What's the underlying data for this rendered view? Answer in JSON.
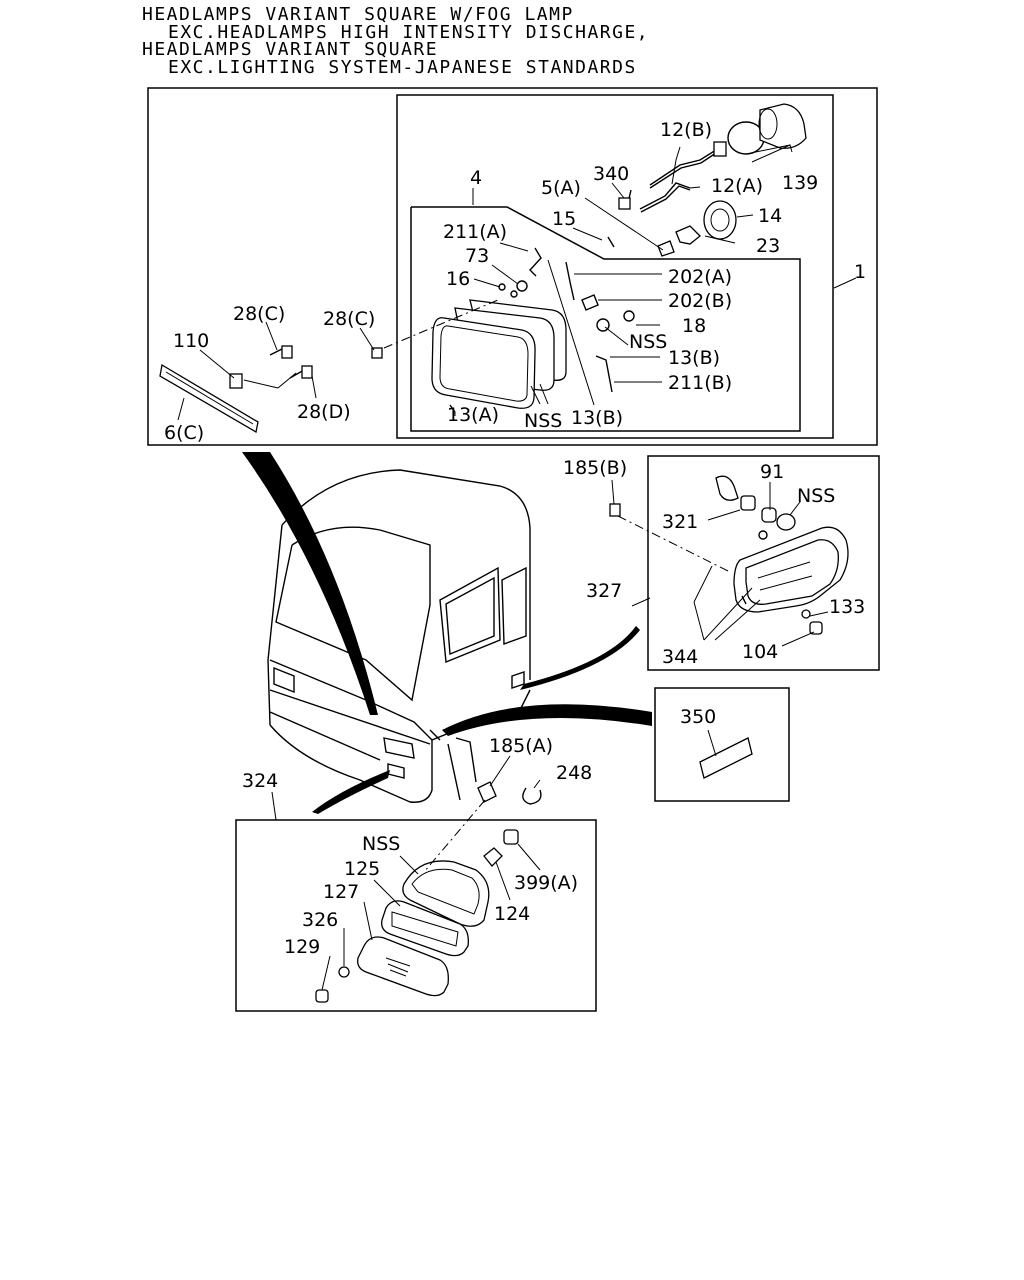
{
  "header": {
    "line1": "HEADLAMPS VARIANT SQUARE W/FOG LAMP",
    "line2": "EXC.HEADLAMPS HIGH INTENSITY DISCHARGE,",
    "line3": "HEADLAMPS VARIANT SQUARE",
    "line4": "EXC.LIGHTING SYSTEM-JAPANESE STANDARDS"
  },
  "labels": {
    "p12b": "12(B)",
    "p340": "340",
    "p5a": "5(A)",
    "p12a": "12(A)",
    "p139": "139",
    "p4": "4",
    "p15": "15",
    "p14": "14",
    "p211a": "211(A)",
    "p23": "23",
    "p73": "73",
    "p202a": "202(A)",
    "p1": "1",
    "p16": "16",
    "p202b": "202(B)",
    "p28c_1": "28(C)",
    "p28c_2": "28(C)",
    "p18": "18",
    "p110": "110",
    "nss_1": "NSS",
    "p13b_1": "13(B)",
    "p211b": "211(B)",
    "p28d": "28(D)",
    "p13a": "13(A)",
    "nss_2": "NSS",
    "p13b_2": "13(B)",
    "p6c": "6(C)",
    "p185b": "185(B)",
    "p91": "91",
    "nss_3": "NSS",
    "p321": "321",
    "p327": "327",
    "p133": "133",
    "p344": "344",
    "p104": "104",
    "p350": "350",
    "p185a": "185(A)",
    "p248": "248",
    "p324": "324",
    "nss_4": "NSS",
    "p125": "125",
    "p399a": "399(A)",
    "p127": "127",
    "p124": "124",
    "p326": "326",
    "p129": "129"
  }
}
